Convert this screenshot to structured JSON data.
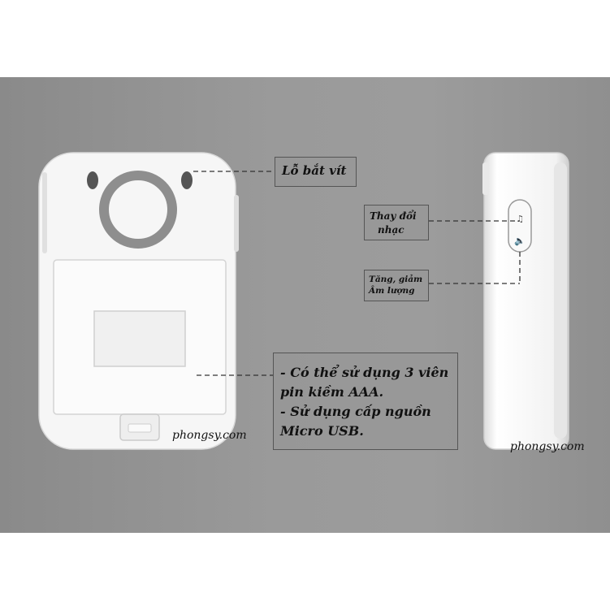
{
  "labels": {
    "screw_hole": "Lỗ bắt vít",
    "change_music_line1": "Thay đổi",
    "change_music_line2": "nhạc",
    "volume_line1": "Tăng, giảm",
    "volume_line2": "Âm lượng",
    "battery_lines": [
      "- Có thể sử dụng 3 viên",
      "pin kiềm AAA.",
      "- Sử dụng cấp nguồn",
      "Micro USB."
    ]
  },
  "watermarks": [
    "phongsy.com",
    "phongsy.com"
  ],
  "colors": {
    "background": "#939393",
    "device_body": "#f4f4f4",
    "ring": "#8c8c8c",
    "label_border": "#555555",
    "text": "#111111"
  }
}
